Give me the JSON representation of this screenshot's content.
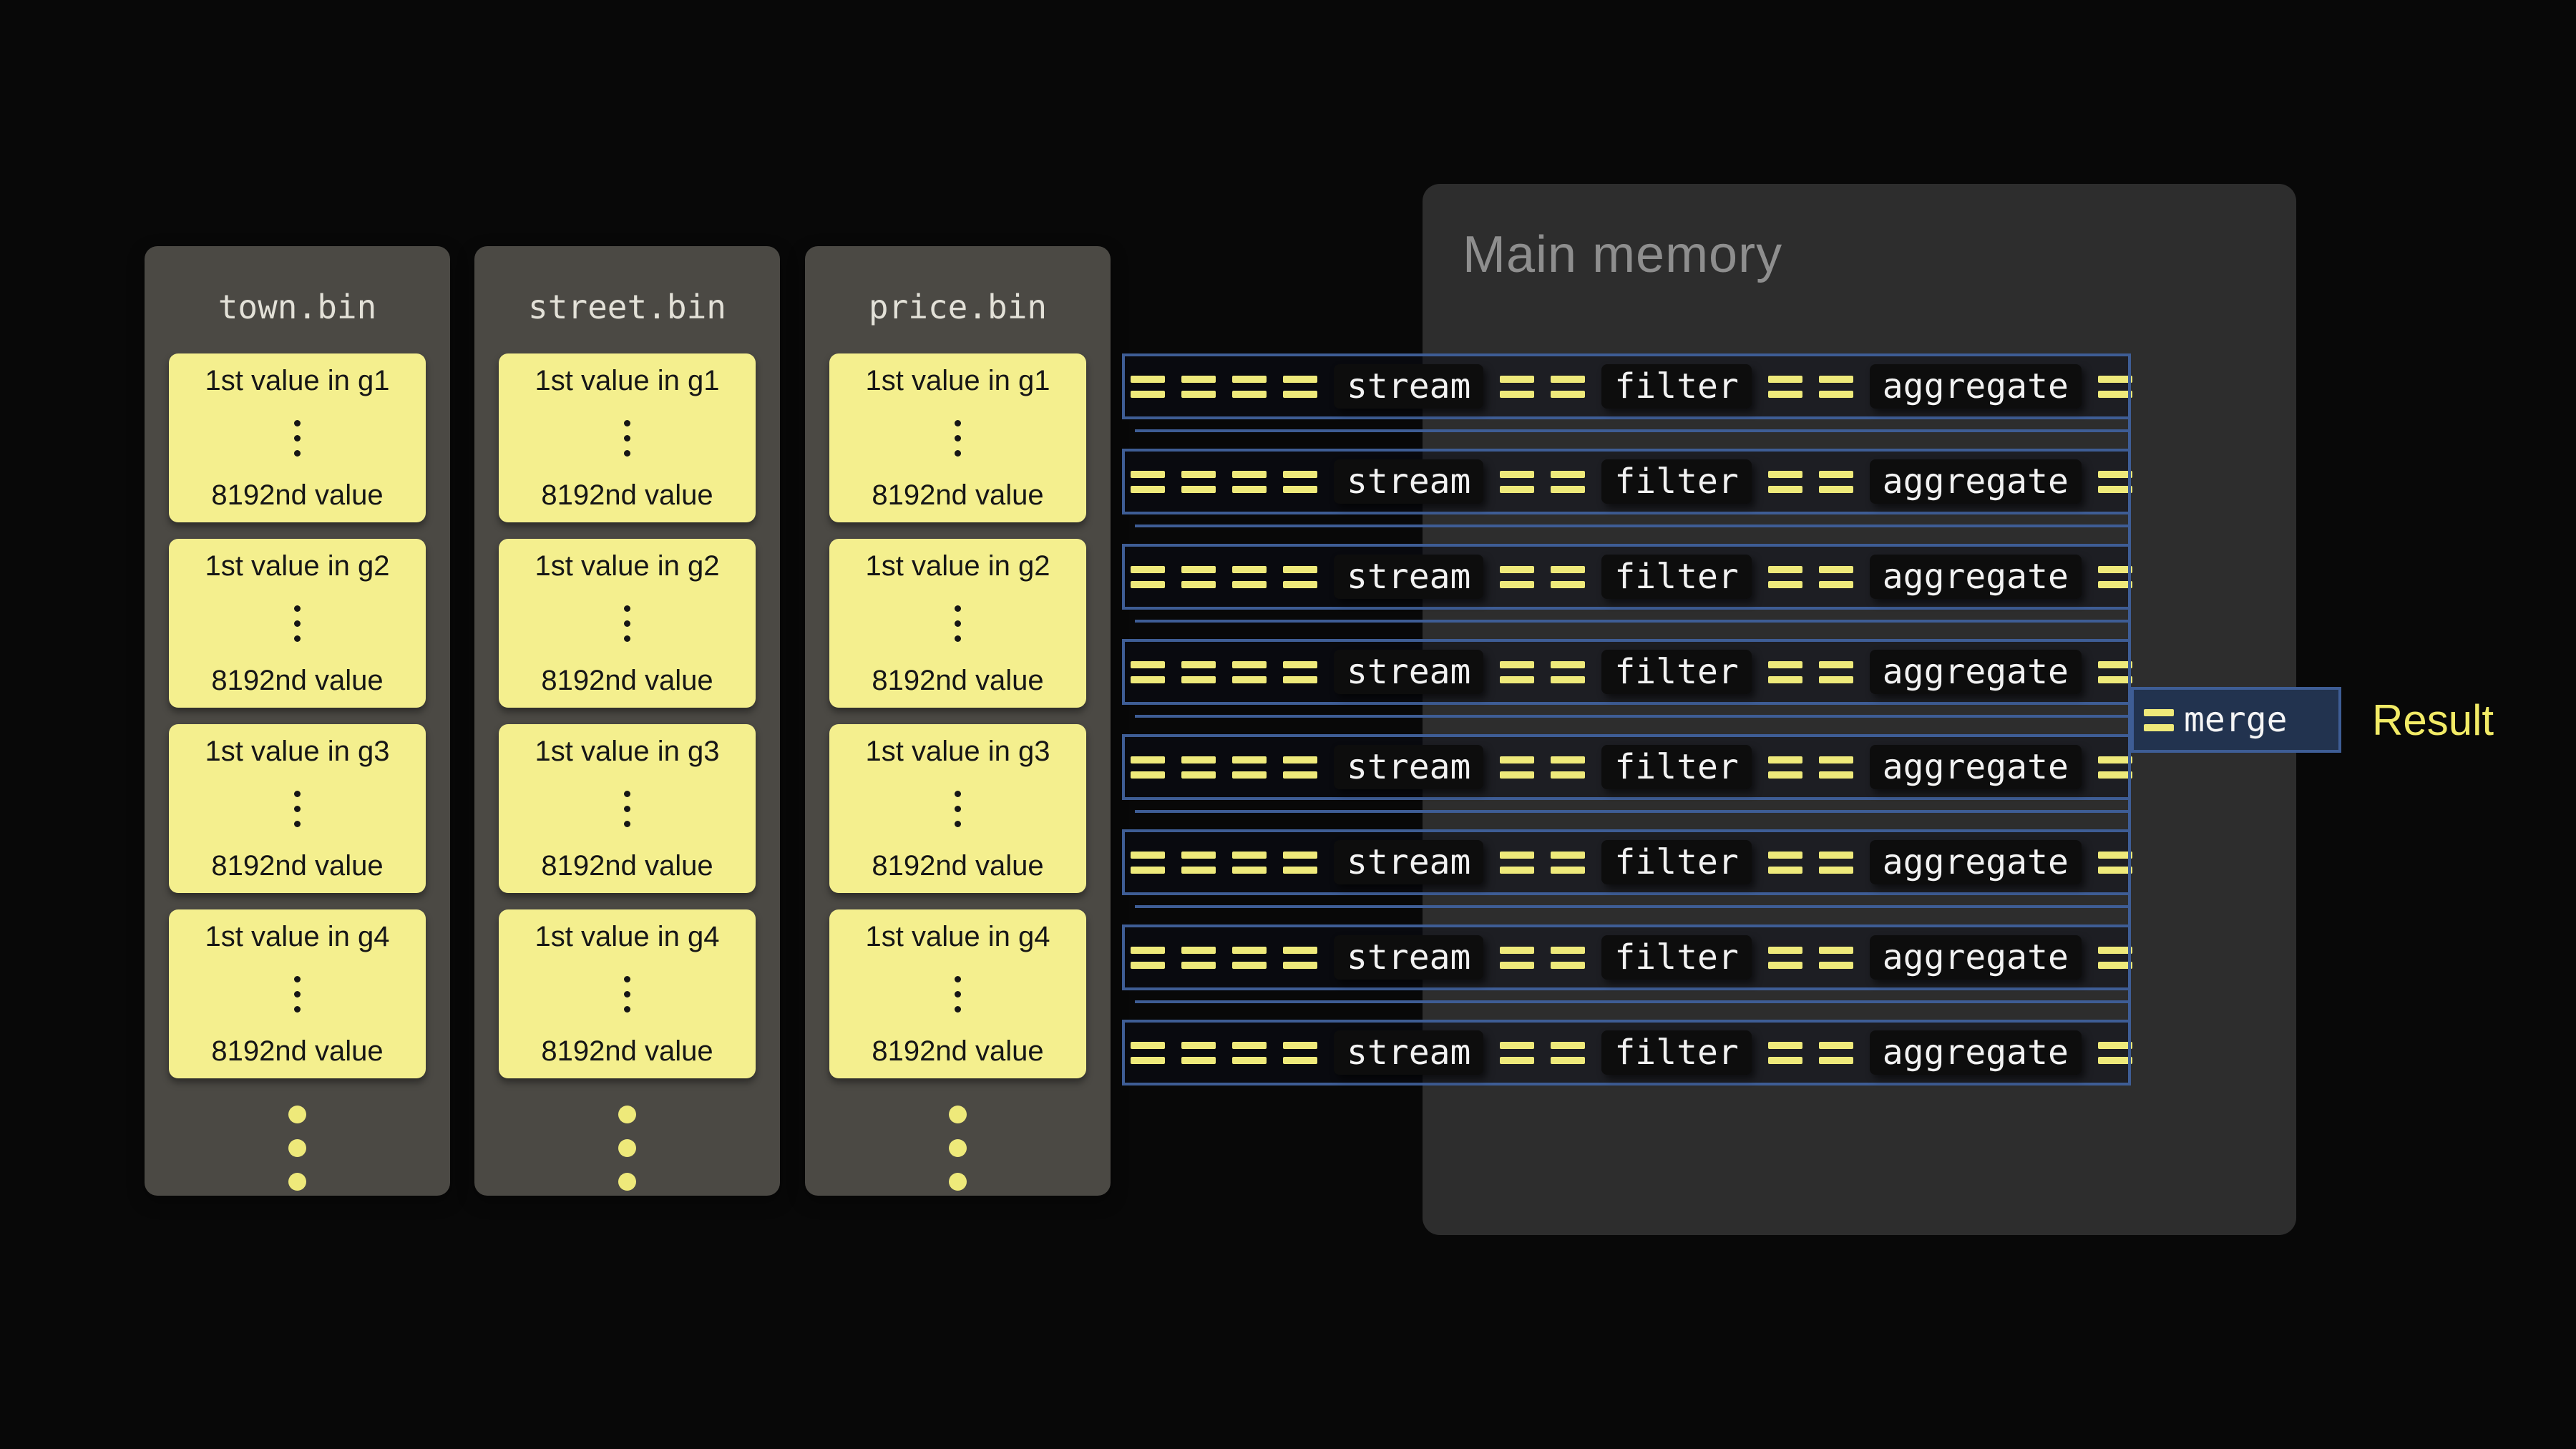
{
  "colors": {
    "background": "#080808",
    "column_bg": "#4b4944",
    "column_title": "#e3e1d8",
    "card_bg": "#f4ef8e",
    "card_text": "#161616",
    "memory_bg": "#2d2d2d",
    "memory_title": "#8e8e8e",
    "pipeline_blue": "#3e5d95",
    "row_fill": "rgba(10,14,24,0.45)",
    "dash_yellow": "#eee97a",
    "chip_bg": "#0d0d0d",
    "chip_text": "#f2f2f2",
    "merge_bg": "#22334f",
    "merge_text": "#f5f5f5",
    "result_text": "#f2eb66"
  },
  "files": [
    {
      "name": "town.bin"
    },
    {
      "name": "street.bin"
    },
    {
      "name": "price.bin"
    }
  ],
  "groups": [
    {
      "first_value": "1st value in g1",
      "last_value": "8192nd value"
    },
    {
      "first_value": "1st value in g2",
      "last_value": "8192nd value"
    },
    {
      "first_value": "1st value in g3",
      "last_value": "8192nd value"
    },
    {
      "first_value": "1st value in g4",
      "last_value": "8192nd value"
    }
  ],
  "memory": {
    "title": "Main memory"
  },
  "pipeline": {
    "row_count": 8,
    "stages": [
      {
        "label": "stream"
      },
      {
        "label": "filter"
      },
      {
        "label": "aggregate"
      }
    ],
    "merge": {
      "label": "merge"
    },
    "result": {
      "label": "Result"
    }
  }
}
